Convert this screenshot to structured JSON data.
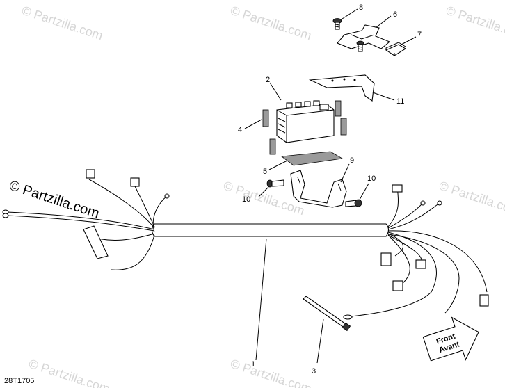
{
  "watermark": {
    "text": "© Partzilla.com",
    "strong_text": "© Partzilla.com"
  },
  "diagram_code": "28T1705",
  "arrow": {
    "line1": "Front",
    "line2": "Avant"
  },
  "callouts": [
    {
      "id": "c1",
      "label": "1"
    },
    {
      "id": "c2",
      "label": "2"
    },
    {
      "id": "c3",
      "label": "3"
    },
    {
      "id": "c4",
      "label": "4"
    },
    {
      "id": "c5",
      "label": "5"
    },
    {
      "id": "c6",
      "label": "6"
    },
    {
      "id": "c7",
      "label": "7"
    },
    {
      "id": "c8",
      "label": "8"
    },
    {
      "id": "c9",
      "label": "9"
    },
    {
      "id": "c10a",
      "label": "10"
    },
    {
      "id": "c10b",
      "label": "10"
    },
    {
      "id": "c11",
      "label": "11"
    }
  ]
}
